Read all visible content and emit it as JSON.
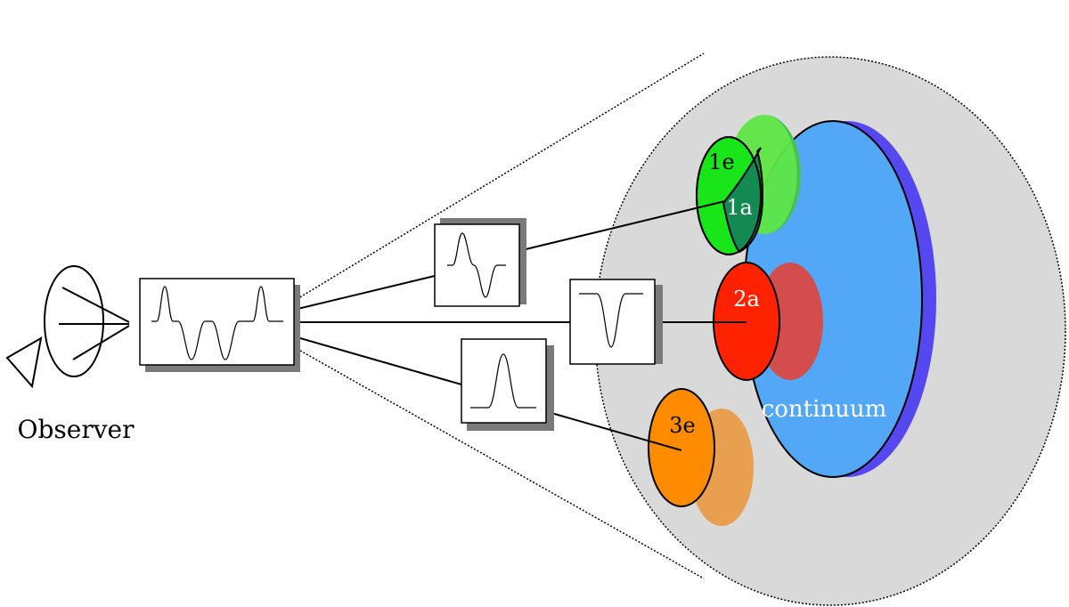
{
  "labels": {
    "observer": "Observer",
    "continuum": "continuum",
    "region_1e": "1e",
    "region_1a": "1a",
    "region_2a": "2a",
    "region_3e": "3e"
  },
  "colors": {
    "background": "#ffffff",
    "envelope": "#d9d9d9",
    "continuum": "#52a8f7",
    "continuum_shadow": "#5548f0",
    "green_bright": "#19e619",
    "green_light": "#6ae84a",
    "green_mid": "#46c250",
    "green_dark": "#138a52",
    "red": "#ff2200",
    "red_muted": "#d44d4d",
    "orange": "#ff8c00",
    "orange_muted": "#e8a050",
    "box_shadow": "#7a7a7a",
    "stroke": "#000000"
  },
  "profiles": {
    "combined": "emission-absorption-absorption-emission",
    "box_1": "p-cygni (emission then absorption)",
    "box_2": "absorption",
    "box_3": "emission"
  }
}
